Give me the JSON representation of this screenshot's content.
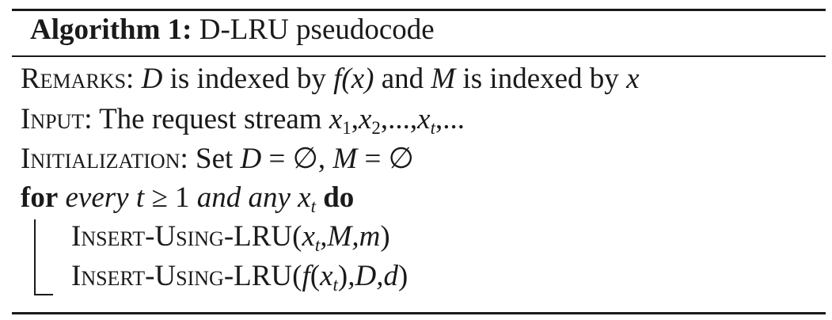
{
  "algorithm": {
    "label": "Algorithm 1:",
    "title": "D-LRU pseudocode"
  },
  "lines": {
    "remarks": {
      "keyword": "Remarks:",
      "d": "D",
      "t1": " is indexed by ",
      "fx": "f(x)",
      "t2": " and ",
      "m": "M",
      "t3": " is indexed by ",
      "x": "x"
    },
    "input": {
      "keyword": "Input:",
      "text": " The request stream ",
      "seq": "x",
      "s1": "1",
      "comma1": ",",
      "seq2": "x",
      "s2": "2",
      "rest": ",...,",
      "seq3": "x",
      "s3": "t",
      "tail": ",..."
    },
    "init": {
      "keyword": "Initialization:",
      "text": " Set ",
      "d": "D",
      "eq1": " = ∅, ",
      "m": "M",
      "eq2": " = ∅"
    },
    "loop": {
      "for": "for",
      "cond1": " every t ≥ ",
      "one": "1",
      "cond2": " and any ",
      "x": "x",
      "sub": "t",
      "do": " do"
    },
    "call1": {
      "name": "Insert-Using-LRU",
      "open": "(",
      "x": "x",
      "sub": "t",
      "args": ",M,m",
      "close": ")"
    },
    "call2": {
      "name": "Insert-Using-LRU",
      "open": "(",
      "f": "f",
      "p1": "(",
      "x": "x",
      "sub": "t",
      "p2": ")",
      "args": ",D,d",
      "close": ")"
    }
  }
}
